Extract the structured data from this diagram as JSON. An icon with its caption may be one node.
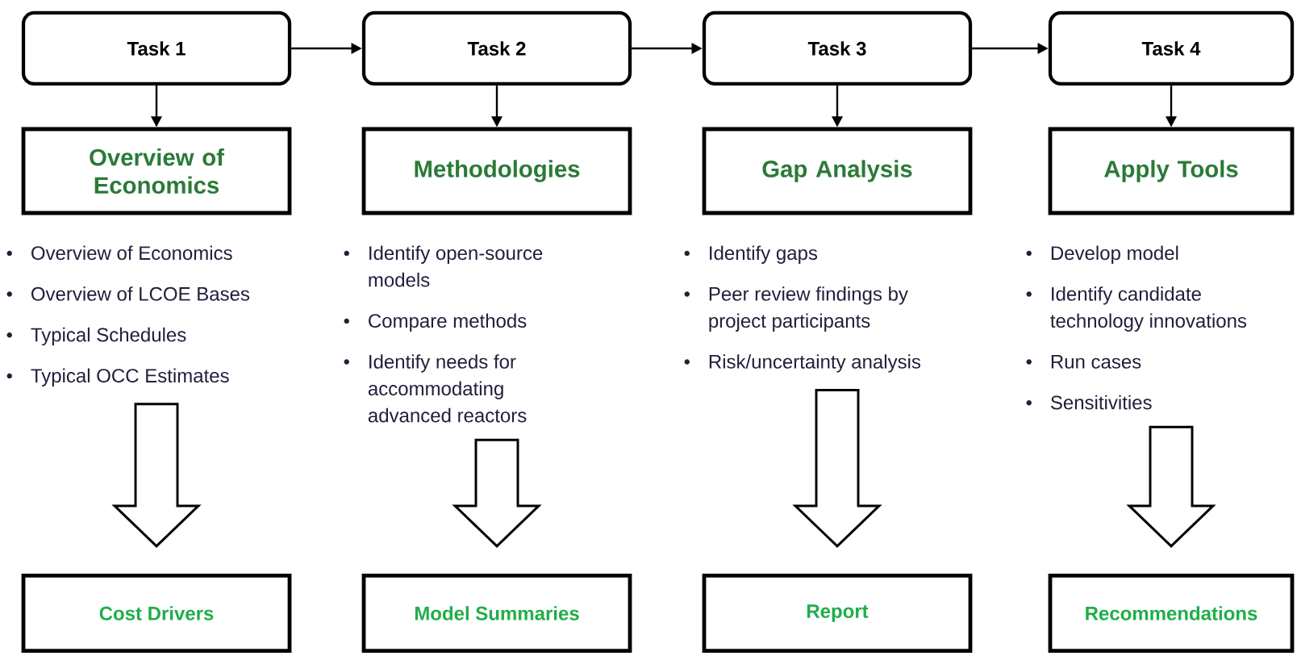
{
  "diagram": {
    "nodes": [
      {
        "text": [
          "Task 1"
        ]
      },
      {
        "text": [
          "Overview of Economics"
        ]
      },
      {
        "text": [
          "Overview of Economics",
          "Overview of LCOE Bases",
          "Typical Schedules",
          "Typical OCC Estimates"
        ]
      },
      {
        "text": [
          "Cost Drivers"
        ]
      },
      {
        "text": [
          "Task 2"
        ]
      },
      {
        "text": [
          "Methodologies"
        ]
      },
      {
        "text": [
          "Identify open-source models",
          "Compare methods",
          "Identify needs for accommodating advanced reactors"
        ]
      },
      {
        "text": [
          "Model Summaries"
        ]
      },
      {
        "text": [
          "Task 3"
        ]
      },
      {
        "text": [
          "Gap Analysis"
        ]
      },
      {
        "text": [
          "Identify gaps",
          "Peer review findings by project participants",
          "Risk/uncertainty analysis"
        ]
      },
      {
        "text": [
          "Report"
        ]
      },
      {
        "text": [
          "Task 4"
        ]
      },
      {
        "text": [
          "Apply Tools"
        ]
      },
      {
        "text": [
          "Develop model",
          "Identify candidate technology innovations",
          "Run cases",
          "Sensitivities"
        ]
      },
      {
        "text": [
          "Recommendations"
        ]
      }
    ],
    "edges": [
      {
        "from": 0,
        "to": 4,
        "arrow": "to"
      },
      {
        "from": 4,
        "to": 8,
        "arrow": "to"
      },
      {
        "from": 8,
        "to": 12,
        "arrow": "to"
      },
      {
        "from": 0,
        "to": 1,
        "arrow": "to"
      },
      {
        "from": 4,
        "to": 5,
        "arrow": "to"
      },
      {
        "from": 8,
        "to": 9,
        "arrow": "to"
      },
      {
        "from": 12,
        "to": 13,
        "arrow": "to"
      },
      {
        "from": 2,
        "to": 3,
        "arrow": "to"
      },
      {
        "from": 6,
        "to": 7,
        "arrow": "to"
      },
      {
        "from": 10,
        "to": 11,
        "arrow": "to"
      },
      {
        "from": 14,
        "to": 15,
        "arrow": "to"
      }
    ]
  }
}
